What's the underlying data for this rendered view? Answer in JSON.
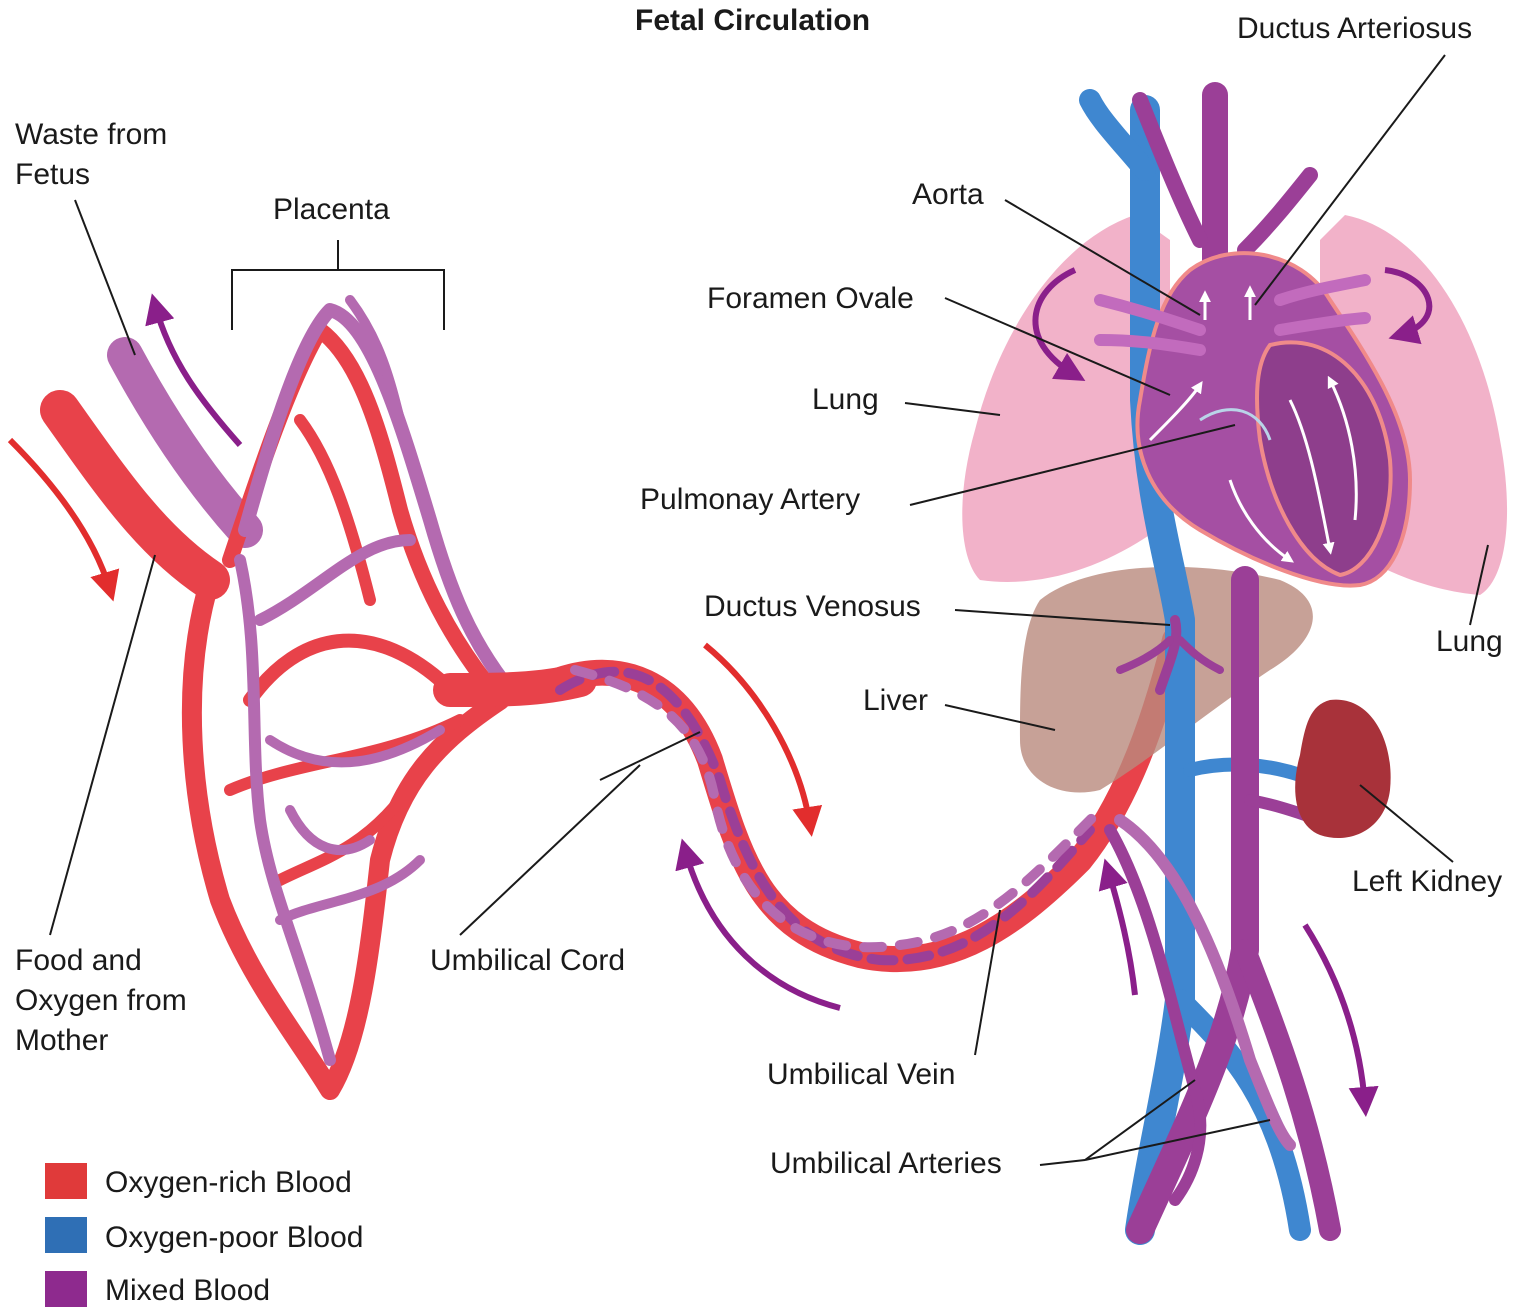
{
  "title": "Fetal Circulation",
  "labels": {
    "waste_from_fetus": [
      "Waste from",
      "Fetus"
    ],
    "placenta": "Placenta",
    "food_oxygen": [
      "Food and",
      "Oxygen from",
      "Mother"
    ],
    "umbilical_cord": "Umbilical Cord",
    "ductus_arteriosus": "Ductus Arteriosus",
    "aorta": "Aorta",
    "foramen_ovale": "Foramen Ovale",
    "lung_left": "Lung",
    "pulmonary_artery": "Pulmonay Artery",
    "ductus_venosus": "Ductus Venosus",
    "lung_right": "Lung",
    "liver": "Liver",
    "left_kidney": "Left Kidney",
    "umbilical_vein": "Umbilical Vein",
    "umbilical_arteries": "Umbilical Arteries"
  },
  "legend": [
    {
      "label": "Oxygen-rich Blood",
      "color": "#e03a3a"
    },
    {
      "label": "Oxygen-poor Blood",
      "color": "#2f6fb5"
    },
    {
      "label": "Mixed Blood",
      "color": "#8e2a8e"
    }
  ],
  "colors": {
    "oxygen_rich": "#e8424a",
    "oxygen_poor": "#3f87d0",
    "mixed": "#9b3f97",
    "mixed_light": "#b46ab0",
    "lung": "#f0a5bf",
    "liver": "#b9897d",
    "kidney": "#a8323a",
    "arrow_red": "#e22d2d",
    "arrow_purple": "#8a1f8a"
  }
}
